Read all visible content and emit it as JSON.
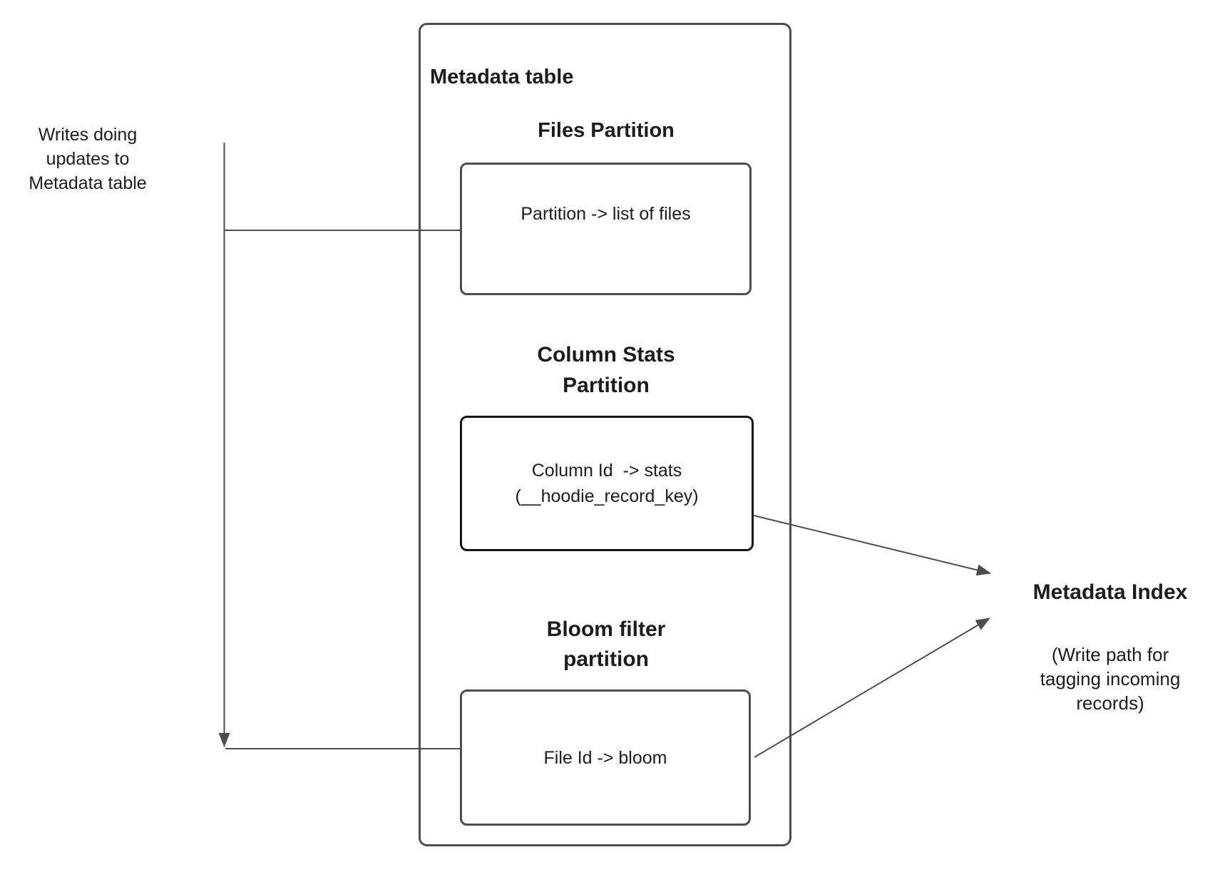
{
  "colors": {
    "connector": "#4d4d4d",
    "box_border": "#4d4d4d",
    "emphasis_box_border": "#141414",
    "text": "#1c1c1c",
    "background": "#ffffff"
  },
  "annotations": {
    "writes_note": "Writes doing\nupdates to\nMetadata table"
  },
  "metadata_table": {
    "title": "Metadata table",
    "files_partition": {
      "heading": "Files Partition",
      "body": "Partition -> list of files"
    },
    "column_stats_partition": {
      "heading": "Column Stats\nPartition",
      "body_line1": "Column Id  -> stats",
      "body_line2": "(__hoodie_record_key)"
    },
    "bloom_filter_partition": {
      "heading": "Bloom filter\npartition",
      "body": "File Id -> bloom"
    }
  },
  "metadata_index": {
    "title": "Metadata Index",
    "subtitle": "(Write path for\ntagging incoming\nrecords)"
  }
}
